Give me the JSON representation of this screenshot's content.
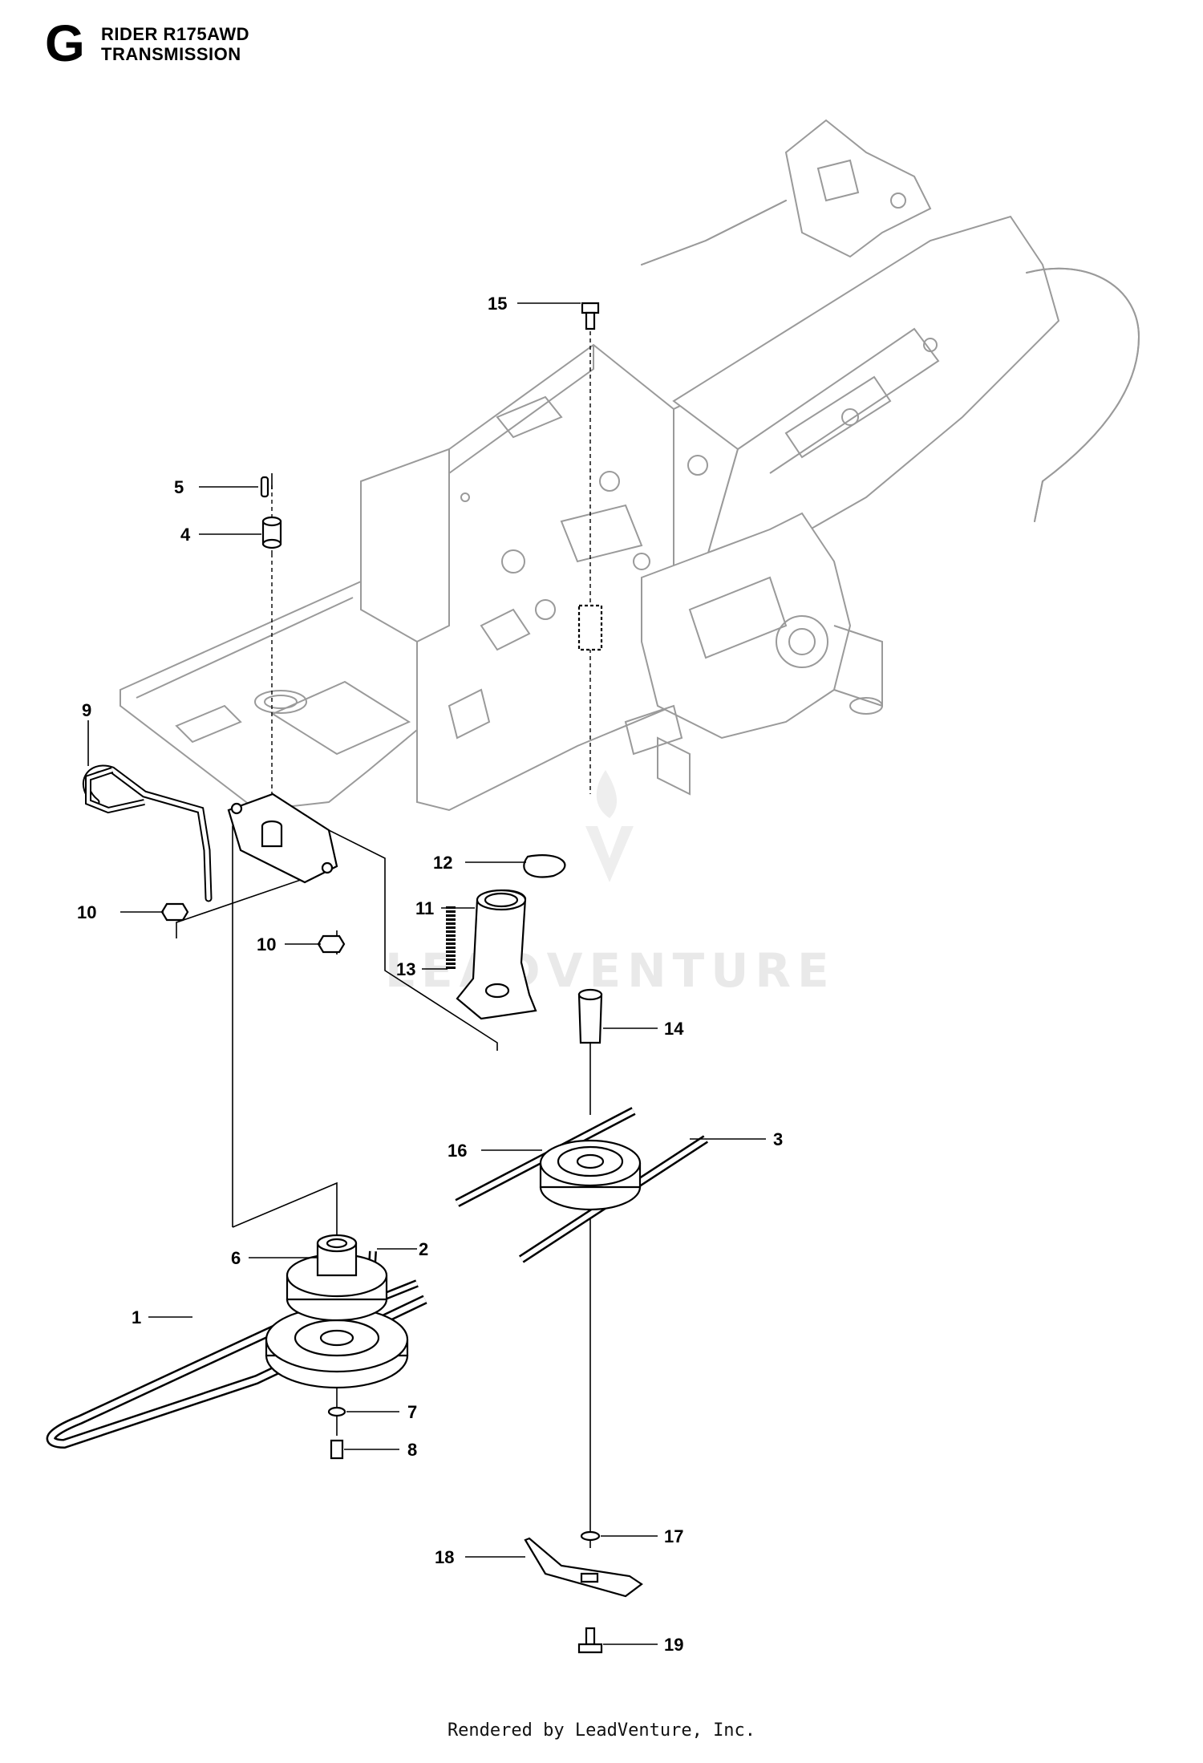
{
  "header": {
    "section_letter": "G",
    "model": "RIDER R175AWD",
    "section": "TRANSMISSION"
  },
  "footer": {
    "text": "Rendered by LeadVenture, Inc."
  },
  "watermark": {
    "text": "LEADVENTURE"
  },
  "callouts": [
    {
      "id": "c15",
      "label": "15"
    },
    {
      "id": "c5",
      "label": "5"
    },
    {
      "id": "c4",
      "label": "4"
    },
    {
      "id": "c9",
      "label": "9"
    },
    {
      "id": "c12",
      "label": "12"
    },
    {
      "id": "c11",
      "label": "11"
    },
    {
      "id": "c10a",
      "label": "10"
    },
    {
      "id": "c10b",
      "label": "10"
    },
    {
      "id": "c13",
      "label": "13"
    },
    {
      "id": "c14",
      "label": "14"
    },
    {
      "id": "c16",
      "label": "16"
    },
    {
      "id": "c3",
      "label": "3"
    },
    {
      "id": "c2",
      "label": "2"
    },
    {
      "id": "c6",
      "label": "6"
    },
    {
      "id": "c1",
      "label": "1"
    },
    {
      "id": "c7",
      "label": "7"
    },
    {
      "id": "c8",
      "label": "8"
    },
    {
      "id": "c17",
      "label": "17"
    },
    {
      "id": "c18",
      "label": "18"
    },
    {
      "id": "c19",
      "label": "19"
    }
  ]
}
